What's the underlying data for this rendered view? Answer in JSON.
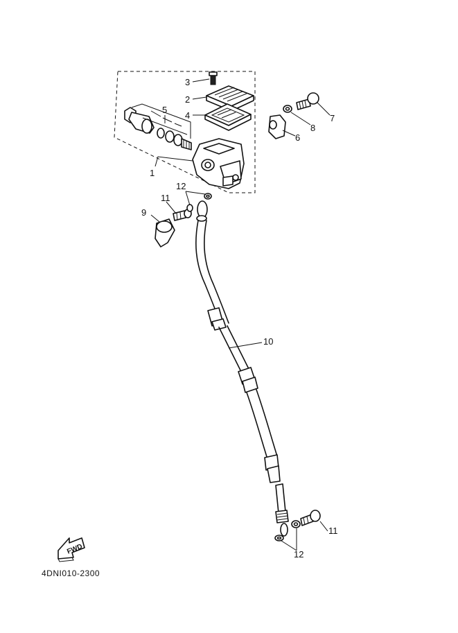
{
  "diagram_code": "4DNI010-2300",
  "fwd_label": "FWD",
  "labels": {
    "p1": "1",
    "p2": "2",
    "p3": "3",
    "p4": "4",
    "p5": "5",
    "p6": "6",
    "p7": "7",
    "p8": "8",
    "p9": "9",
    "p10": "10",
    "p11a": "11",
    "p11b": "11",
    "p12a": "12",
    "p12b": "12"
  }
}
